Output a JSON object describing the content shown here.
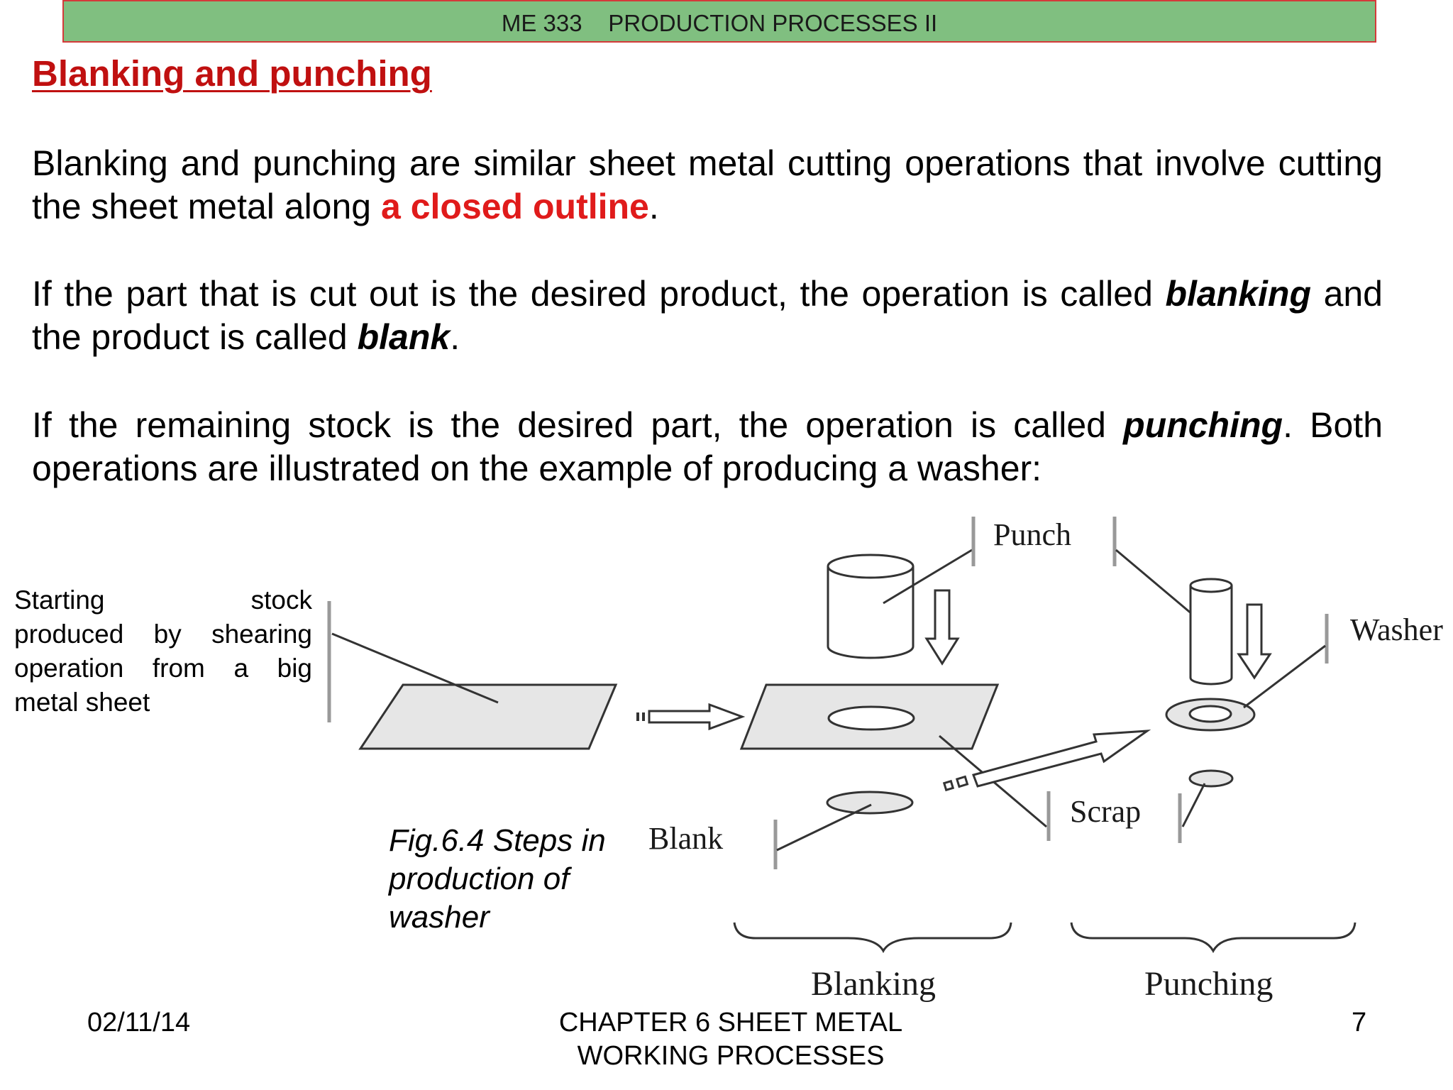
{
  "header": {
    "course_code": "ME 333",
    "course_title": "PRODUCTION PROCESSES II"
  },
  "title": "Blanking and punching",
  "paragraphs": {
    "p1_before": "Blanking and punching are similar sheet metal cutting operations that involve cutting the sheet metal along ",
    "p1_highlight": "a closed outline",
    "p1_after": ".",
    "p2_before": "If the part that is cut out is the desired product, the operation is called ",
    "p2_term1": "blanking",
    "p2_middle": " and the product is called ",
    "p2_term2": "blank",
    "p2_after": ".",
    "p3_before": "If the remaining stock is the desired part, the operation is called ",
    "p3_term": "punching",
    "p3_after": ". Both operations are illustrated on the example of producing a washer:"
  },
  "figure": {
    "stock_note_line1": "Starting stock",
    "stock_note_rest": "produced by shearing operation from a big metal sheet",
    "caption": "Fig.6.4 Steps in production of washer",
    "labels": {
      "punch": "Punch",
      "washer": "Washer",
      "scrap": "Scrap",
      "blank": "Blank",
      "blanking": "Blanking",
      "punching": "Punching"
    }
  },
  "footer": {
    "date": "02/11/14",
    "chapter": "CHAPTER 6 SHEET METAL WORKING PROCESSES",
    "page_number": "7"
  }
}
